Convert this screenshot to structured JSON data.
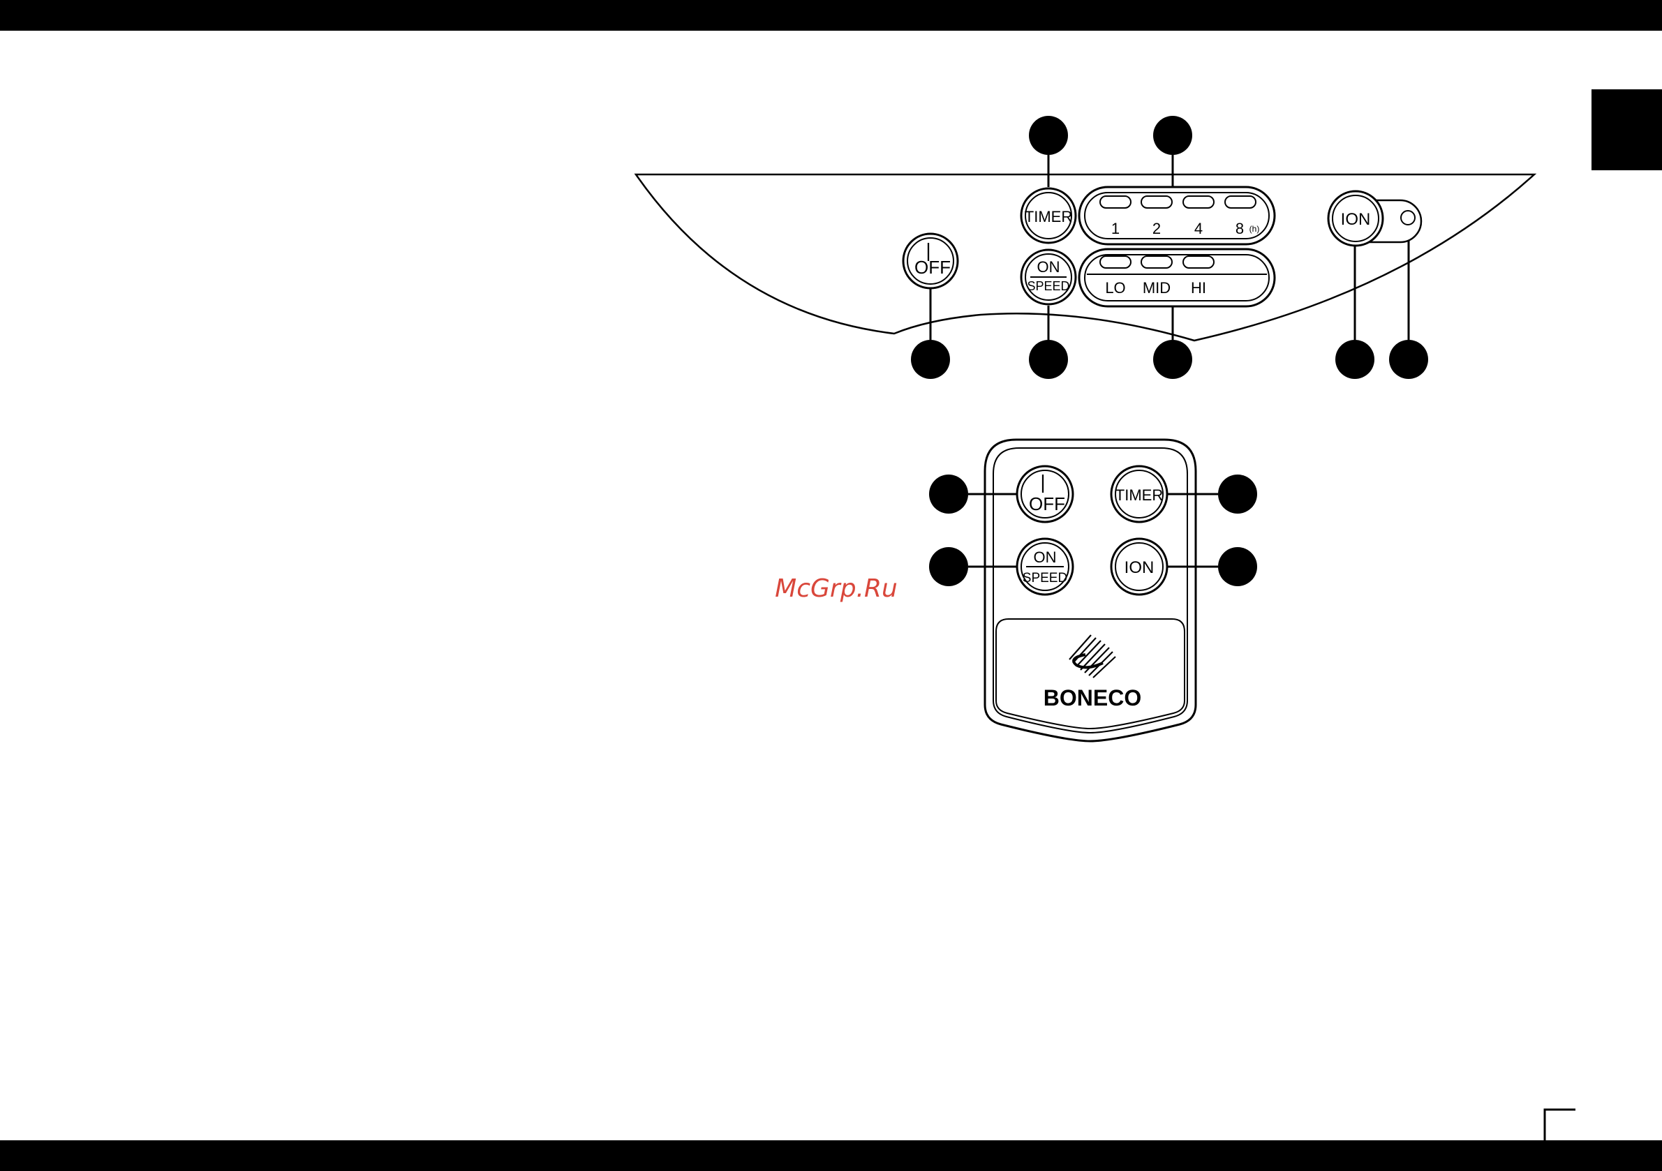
{
  "colors": {
    "ink": "#000000",
    "paper": "#ffffff",
    "watermark": "#d9473b"
  },
  "control_panel": {
    "off_button": {
      "power_symbol": "|",
      "label": "OFF"
    },
    "timer_button": {
      "label": "TIMER"
    },
    "speed_button": {
      "top_label": "ON",
      "bottom_label": "SPEED"
    },
    "ion_button": {
      "label": "ION"
    },
    "timer_options": [
      "1",
      "2",
      "4",
      "8"
    ],
    "timer_unit": "(h)",
    "speed_options": [
      "LO",
      "MID",
      "HI"
    ]
  },
  "remote": {
    "off_button": {
      "power_symbol": "|",
      "label": "OFF"
    },
    "timer_button": {
      "label": "TIMER"
    },
    "speed_button": {
      "top_label": "ON",
      "bottom_label": "SPEED"
    },
    "ion_button": {
      "label": "ION"
    },
    "logo_icon": "boneco-logo-icon",
    "brand": "BONECO"
  },
  "watermark": {
    "text": "McGrp.Ru"
  }
}
